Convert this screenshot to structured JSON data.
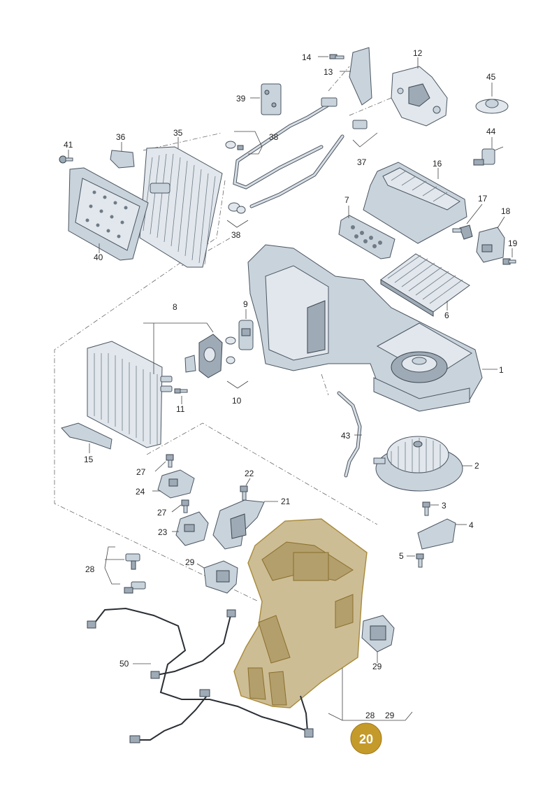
{
  "callouts": {
    "c1": "1",
    "c2": "2",
    "c3": "3",
    "c4": "4",
    "c5": "5",
    "c6": "6",
    "c7": "7",
    "c8": "8",
    "c9": "9",
    "c10": "10",
    "c11": "11",
    "c12": "12",
    "c13": "13",
    "c14": "14",
    "c15": "15",
    "c16": "16",
    "c17": "17",
    "c18": "18",
    "c19": "19",
    "c21": "21",
    "c22": "22",
    "c23": "23",
    "c24": "24",
    "c27a": "27",
    "c27b": "27",
    "c28a": "28",
    "c28b": "28",
    "c29a": "29",
    "c29b": "29",
    "c29c": "29",
    "c35": "35",
    "c36": "36",
    "c37": "37",
    "c38a": "38",
    "c38b": "38",
    "c39": "39",
    "c40": "40",
    "c41": "41",
    "c43": "43",
    "c44": "44",
    "c45": "45",
    "c50": "50"
  },
  "badge": {
    "label": "20"
  },
  "colors": {
    "highlight": "#cdbd95",
    "badge": "#c49a2a",
    "part": "#c9d3dc"
  }
}
